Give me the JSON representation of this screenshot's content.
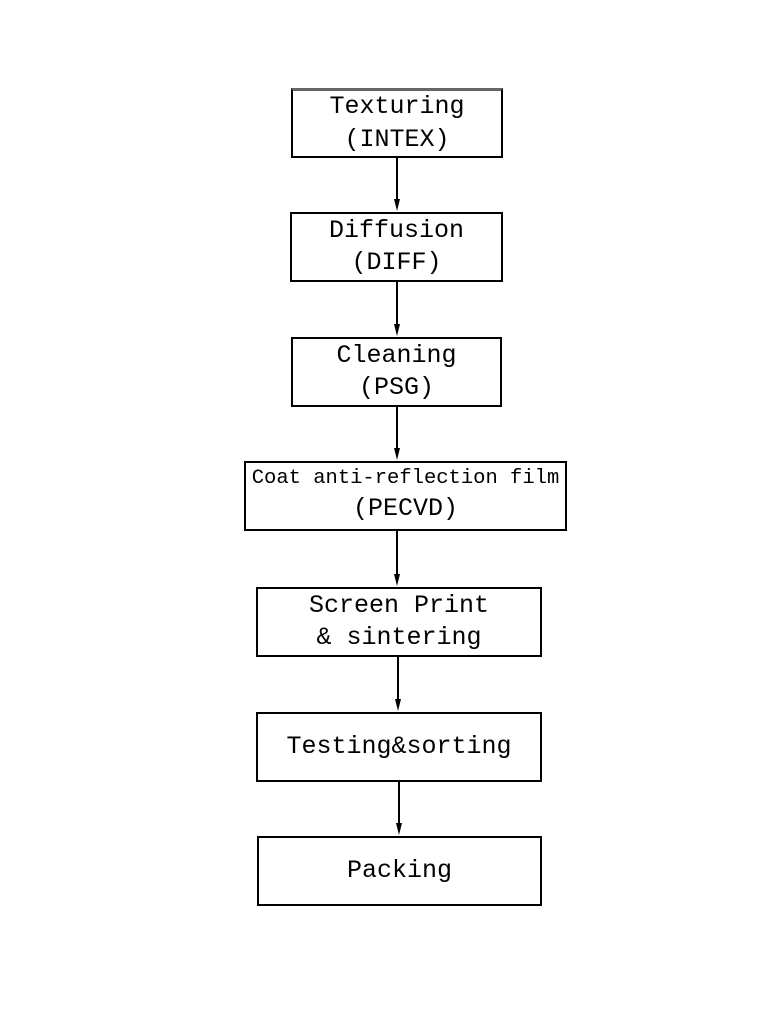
{
  "flowchart": {
    "type": "vertical-process-flow",
    "colors": {
      "background": "#ffffff",
      "box_fill": "#ffffff",
      "box_border": "#000000",
      "text": "#000000",
      "arrow": "#000000"
    },
    "nodes": [
      {
        "id": "texturing",
        "lines": [
          "Texturing",
          "(INTEX)"
        ]
      },
      {
        "id": "diffusion",
        "lines": [
          "Diffusion",
          "(DIFF)"
        ]
      },
      {
        "id": "cleaning",
        "lines": [
          "Cleaning",
          "(PSG)"
        ]
      },
      {
        "id": "coat-anti-reflection",
        "lines": [
          "Coat anti-reflection film",
          "(PECVD)"
        ]
      },
      {
        "id": "screen-print",
        "lines": [
          "Screen Print",
          "& sintering"
        ]
      },
      {
        "id": "testing-sorting",
        "lines": [
          "Testing&sorting"
        ]
      },
      {
        "id": "packing",
        "lines": [
          "Packing"
        ]
      }
    ],
    "connections": [
      {
        "from": "texturing",
        "to": "diffusion",
        "style": "arrow-down"
      },
      {
        "from": "diffusion",
        "to": "cleaning",
        "style": "arrow-down"
      },
      {
        "from": "cleaning",
        "to": "coat-anti-reflection",
        "style": "arrow-down"
      },
      {
        "from": "coat-anti-reflection",
        "to": "screen-print",
        "style": "arrow-down"
      },
      {
        "from": "screen-print",
        "to": "testing-sorting",
        "style": "arrow-down"
      },
      {
        "from": "testing-sorting",
        "to": "packing",
        "style": "arrow-down"
      }
    ]
  }
}
